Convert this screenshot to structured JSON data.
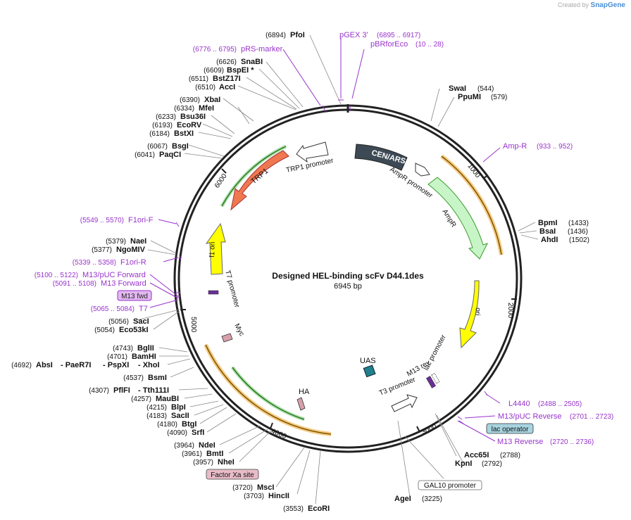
{
  "header": {
    "created_by": "Created by",
    "app": "SnapGene"
  },
  "map": {
    "name": "Designed HEL-binding scFv D44.1des",
    "length": "6945 bp",
    "total_bp": 6945,
    "colors": {
      "feature_purple": "#9933cc",
      "trp1_fill": "#f07850",
      "ampr_fill": "#c8f5c8",
      "ori_fill": "#ffff00",
      "f1ori_fill": "#ffff00",
      "cen_fill": "#3d4a55",
      "uas_fill": "#20808c",
      "orange_band": "#f0a830",
      "green_band": "#3a9a2a"
    }
  },
  "ticks": [
    "1000",
    "2000",
    "3000",
    "4000",
    "5000",
    "6000"
  ],
  "enzymes_left": [
    {
      "pos": "(6894)",
      "name": "PfoI"
    },
    {
      "pos": "(6626)",
      "name": "SnaBI"
    },
    {
      "pos": "(6609)",
      "name": "BspEI *"
    },
    {
      "pos": "(6511)",
      "name": "BstZ17I"
    },
    {
      "pos": "(6510)",
      "name": "AccI"
    },
    {
      "pos": "(6390)",
      "name": "XbaI"
    },
    {
      "pos": "(6334)",
      "name": "MfeI"
    },
    {
      "pos": "(6233)",
      "name": "Bsu36I"
    },
    {
      "pos": "(6193)",
      "name": "EcoRV"
    },
    {
      "pos": "(6184)",
      "name": "BstXI"
    },
    {
      "pos": "(6067)",
      "name": "BsgI"
    },
    {
      "pos": "(6041)",
      "name": "PaqCI"
    },
    {
      "pos": "(5379)",
      "name": "NaeI"
    },
    {
      "pos": "(5377)",
      "name": "NgoMIV"
    },
    {
      "pos": "(5056)",
      "name": "SacI"
    },
    {
      "pos": "(5054)",
      "name": "Eco53kI"
    },
    {
      "pos": "(4743)",
      "name": "BglII"
    },
    {
      "pos": "(4701)",
      "name": "BamHI"
    },
    {
      "pos": "(4692)",
      "name": "AbsI"
    },
    {
      "pos": "(4537)",
      "name": "BsmI"
    },
    {
      "pos": "(4307)",
      "name": "PflFI"
    },
    {
      "pos": "(4257)",
      "name": "MauBI"
    },
    {
      "pos": "(4215)",
      "name": "BlpI"
    },
    {
      "pos": "(4183)",
      "name": "SacII"
    },
    {
      "pos": "(4180)",
      "name": "BtgI"
    },
    {
      "pos": "(4090)",
      "name": "SrfI"
    },
    {
      "pos": "(3964)",
      "name": "NdeI"
    },
    {
      "pos": "(3961)",
      "name": "BmtI"
    },
    {
      "pos": "(3957)",
      "name": "NheI"
    },
    {
      "pos": "(3720)",
      "name": "MscI"
    },
    {
      "pos": "(3703)",
      "name": "HincII"
    },
    {
      "pos": "(3553)",
      "name": "EcoRI"
    }
  ],
  "enzyme_extras": {
    "paer7i": "- PaeR7I",
    "pspxi": "- PspXI",
    "xhoi": "- XhoI",
    "tth111i": "- Tth111I"
  },
  "enzymes_right": [
    {
      "name": "SwaI",
      "pos": "(544)"
    },
    {
      "name": "PpuMI",
      "pos": "(579)"
    },
    {
      "name": "BpmI",
      "pos": "(1433)"
    },
    {
      "name": "BsaI",
      "pos": "(1436)"
    },
    {
      "name": "AhdI",
      "pos": "(1502)"
    },
    {
      "name": "Acc65I",
      "pos": "(2788)"
    },
    {
      "name": "KpnI",
      "pos": "(2792)"
    },
    {
      "name": "AgeI",
      "pos": "(3225)"
    }
  ],
  "primers_left": [
    {
      "pos": "(6776 .. 6795)",
      "name": "pRS-marker"
    },
    {
      "pos": "(5549 .. 5570)",
      "name": "F1ori-F"
    },
    {
      "pos": "(5339 .. 5358)",
      "name": "F1ori-R"
    },
    {
      "pos": "(5100 .. 5122)",
      "name": "M13/pUC Forward"
    },
    {
      "pos": "(5091 .. 5108)",
      "name": "M13 Forward"
    },
    {
      "pos": "(5065 .. 5084)",
      "name": "T7"
    }
  ],
  "primers_right": [
    {
      "name": "pGEX 3'",
      "pos": "(6895 .. 6917)"
    },
    {
      "name": "pBRforEco",
      "pos": "(10 .. 28)"
    },
    {
      "name": "Amp-R",
      "pos": "(933 .. 952)"
    },
    {
      "name": "L4440",
      "pos": "(2488 .. 2505)"
    },
    {
      "name": "M13/pUC Reverse",
      "pos": "(2701 .. 2723)"
    },
    {
      "name": "M13 Reverse",
      "pos": "(2720 .. 2736)"
    }
  ],
  "boxed_labels": {
    "m13_fwd": "M13 fwd",
    "lac_operator": "lac operator",
    "factor_xa": "Factor Xa site",
    "gal10_promoter": "GAL10 promoter"
  },
  "features": {
    "cen_ars": "CEN/ARS",
    "ampr_promoter": "AmpR promoter",
    "ampr": "AmpR",
    "ori": "ori",
    "trp1": "TRP1",
    "trp1_promoter": "TRP1 promoter",
    "f1_ori": "f1 ori",
    "t7_promoter": "T7 promoter",
    "myc": "Myc",
    "ha": "HA",
    "uas": "UAS",
    "m13_rev": "M13 rev",
    "lac_promoter": "lac promoter",
    "t3_promoter": "T3 promoter"
  }
}
